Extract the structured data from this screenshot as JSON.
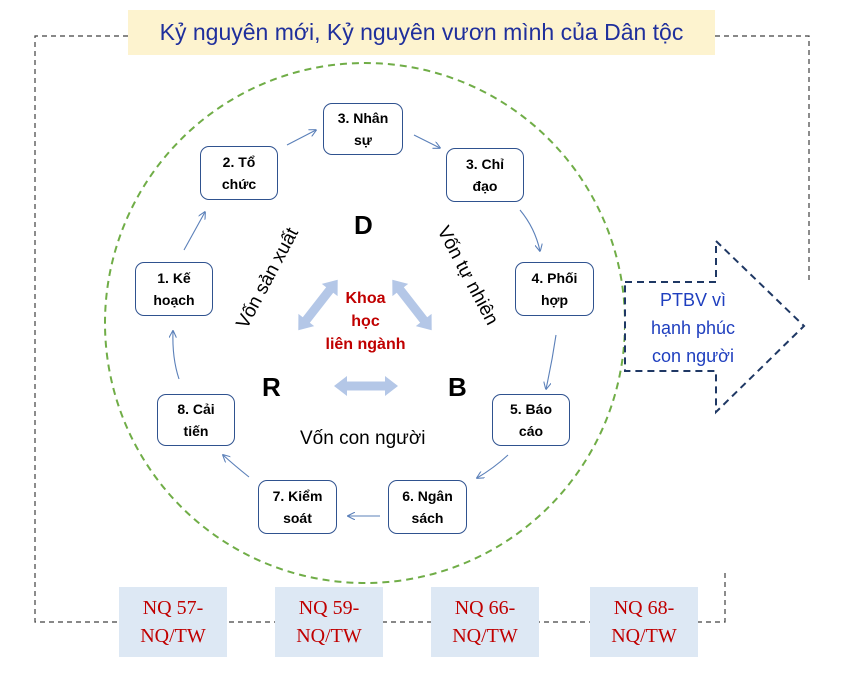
{
  "title": "Kỷ nguyên mới, Kỷ nguyên vươn mình của Dân tộc",
  "cycle_nodes": [
    {
      "line1": "1. Kế",
      "line2": "hoạch"
    },
    {
      "line1": "2. Tổ",
      "line2": "chức"
    },
    {
      "line1": "3. Nhân",
      "line2": "sự"
    },
    {
      "line1": "3. Chỉ",
      "line2": "đạo"
    },
    {
      "line1": "4. Phối",
      "line2": "hợp"
    },
    {
      "line1": "5. Báo",
      "line2": "cáo"
    },
    {
      "line1": "6. Ngân",
      "line2": "sách"
    },
    {
      "line1": "7. Kiểm",
      "line2": "soát"
    },
    {
      "line1": "8. Cải",
      "line2": "tiến"
    }
  ],
  "triangle": {
    "top": "D",
    "left": "R",
    "right": "B"
  },
  "capitals": {
    "production": "Vốn sản xuất",
    "natural": "Vốn tự nhiên",
    "human": "Vốn con người"
  },
  "center": {
    "line1": "Khoa",
    "line2": "học",
    "line3": "liên ngành"
  },
  "outcome": {
    "line1": "PTBV vì",
    "line2": "hạnh phúc",
    "line3": "con người"
  },
  "resolutions": [
    {
      "line1": "NQ 57-",
      "line2": "NQ/TW"
    },
    {
      "line1": "NQ 59-",
      "line2": "NQ/TW"
    },
    {
      "line1": "NQ 66-",
      "line2": "NQ/TW"
    },
    {
      "line1": "NQ 68-",
      "line2": "NQ/TW"
    }
  ],
  "colors": {
    "title_bg": "#fdf3cf",
    "title_text": "#1f2f9c",
    "node_border": "#2f528f",
    "circle": "#70ad47",
    "center_text": "#c00000",
    "double_arrow": "#b4c7e7",
    "outcome_text": "#1f3fbf",
    "resolution_bg": "#dde8f4",
    "resolution_text": "#c00000"
  }
}
